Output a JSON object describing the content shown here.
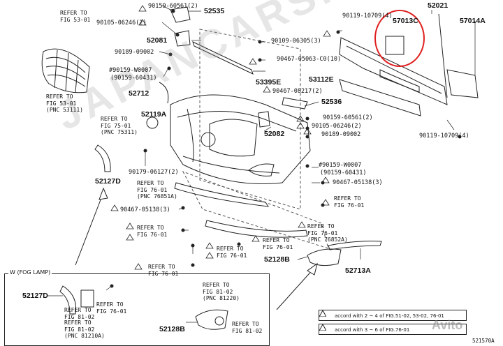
{
  "diagram": {
    "watermark": "JAPANCARS.RU",
    "figure_code": "521570A",
    "avito_mark": "Avito",
    "fog_section_title": "W (FOG LAMP)",
    "highlight_color": "#e02020",
    "part_labels": [
      {
        "id": "52535",
        "text": "52535"
      },
      {
        "id": "52081",
        "text": "52081"
      },
      {
        "id": "52712",
        "text": "52712"
      },
      {
        "id": "52119A",
        "text": "52119A"
      },
      {
        "id": "52127D",
        "text": "52127D"
      },
      {
        "id": "53395E",
        "text": "53395E"
      },
      {
        "id": "53112E",
        "text": "53112E"
      },
      {
        "id": "52536",
        "text": "52536"
      },
      {
        "id": "52082",
        "text": "52082"
      },
      {
        "id": "52021",
        "text": "52021"
      },
      {
        "id": "57013C",
        "text": "57013C"
      },
      {
        "id": "57014A",
        "text": "57014A"
      },
      {
        "id": "52128B",
        "text": "52128B"
      },
      {
        "id": "52713A",
        "text": "52713A"
      },
      {
        "id": "52127D-fog",
        "text": "52127D"
      },
      {
        "id": "52128B-fog",
        "text": "52128B"
      }
    ],
    "bolt_labels": [
      {
        "id": "b1",
        "text": "90159-60561(2)"
      },
      {
        "id": "b2",
        "text": "90105-06246(2)"
      },
      {
        "id": "b3",
        "text": "90109-06305(3)"
      },
      {
        "id": "b4",
        "text": "90189-09002"
      },
      {
        "id": "b5",
        "text": "90467-05063-C0(10)"
      },
      {
        "id": "b6",
        "text": "#90159-W0007"
      },
      {
        "id": "b7",
        "text": "(90159-60431)"
      },
      {
        "id": "b8",
        "text": "90467-08217(2)"
      },
      {
        "id": "b9",
        "text": "90119-10709(4)"
      },
      {
        "id": "b10",
        "text": "90159-60561(2)"
      },
      {
        "id": "b11",
        "text": "90105-06246(2)"
      },
      {
        "id": "b12",
        "text": "90189-09002"
      },
      {
        "id": "b13",
        "text": "90119-10709(4)"
      },
      {
        "id": "b14",
        "text": "#90159-W0007"
      },
      {
        "id": "b15",
        "text": "(90159-60431)"
      },
      {
        "id": "b16",
        "text": "90467-05138(3)"
      },
      {
        "id": "b17",
        "text": "90179-06127(2)"
      },
      {
        "id": "b18",
        "text": "90467-05138(3)"
      }
    ],
    "refer_labels": [
      {
        "id": "r1",
        "text": "REFER TO\nFIG 53-01"
      },
      {
        "id": "r2",
        "text": "REFER TO\nFIG 53-01\n(PNC 53111)"
      },
      {
        "id": "r3",
        "text": "REFER TO\nFIG 75-01\n(PNC 75311)"
      },
      {
        "id": "r4",
        "text": "REFER TO\nFIG 76-01\n(PNC 76851A)"
      },
      {
        "id": "r5",
        "text": "REFER TO\nFIG 76-01"
      },
      {
        "id": "r6",
        "text": "REFER TO\nFIG 76-01"
      },
      {
        "id": "r7",
        "text": "REFER TO\nFIG 76-01"
      },
      {
        "id": "r8",
        "text": "REFER TO\nFIG 76-01"
      },
      {
        "id": "r9",
        "text": "REFER TO\nFIG 76-01"
      },
      {
        "id": "r10",
        "text": "REFER TO\nFIG 76-01\n(PNC 76852A)"
      },
      {
        "id": "r11",
        "text": "REFER TO\nFIG 76-01"
      },
      {
        "id": "r12",
        "text": "REFER TO\nFIG 81-02\n(PNC 81220)"
      },
      {
        "id": "r13",
        "text": "REFER TO\nFIG 81-02"
      },
      {
        "id": "r14",
        "text": "REFER TO\nFIG 81-02\n(PNC 81210A)"
      },
      {
        "id": "r15",
        "text": "REFER TO\nFIG 81-02"
      }
    ],
    "legend": [
      {
        "symbol": "1",
        "text": "accord with 2 ~ 4 of FIG.51-02, 53-02, 76-01"
      },
      {
        "symbol": "2 ~ 4",
        "text": "accord with 3 ~ 6 of FIG.76-01"
      }
    ]
  }
}
